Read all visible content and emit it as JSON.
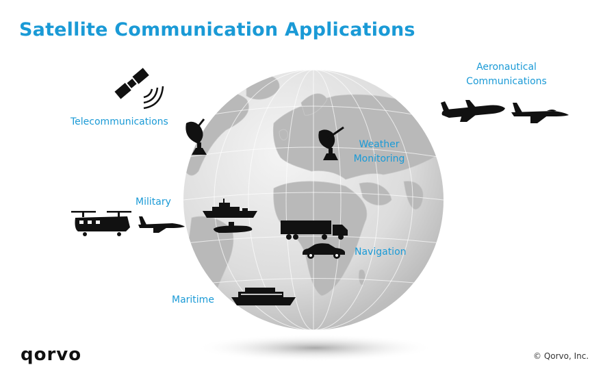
{
  "title": "Satellite Communication Applications",
  "labels": {
    "telecommunications": "Telecommunications",
    "weather_line1": "Weather",
    "weather_line2": "Monitoring",
    "aeronautical_line1": "Aeronautical",
    "aeronautical_line2": "Communications",
    "military": "Military",
    "navigation": "Navigation",
    "maritime": "Maritime"
  },
  "footer": {
    "logo": "qorvo",
    "copyright": "© Qorvo, Inc."
  },
  "colors": {
    "accent": "#1a9ad6",
    "icon": "#111111",
    "globe": "#d9d9d9",
    "land": "#b5b5b5"
  },
  "icons": [
    "satellite-icon",
    "satellite-dish-icon",
    "airliner-icon",
    "fighter-jet-icon",
    "helicopter-icon",
    "warship-icon",
    "submarine-icon",
    "truck-icon",
    "car-icon",
    "cruise-ship-icon"
  ]
}
